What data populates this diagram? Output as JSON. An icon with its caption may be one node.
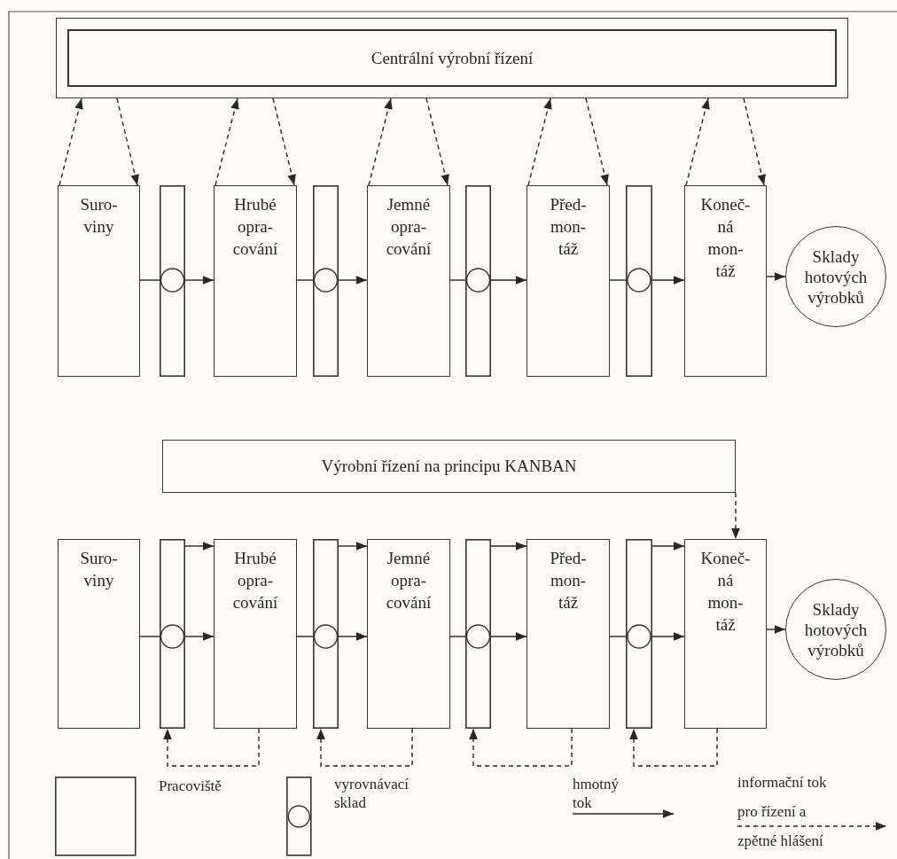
{
  "diagram": {
    "nodes": [
      {
        "text": [
          "Centrální výrobní řízení"
        ]
      },
      {
        "text": [
          "Suro- viny"
        ]
      },
      {
        "text": [],
        "shape": "box"
      },
      {
        "text": [
          "Hrubé opra- cování"
        ]
      },
      {
        "text": [],
        "shape": "box"
      },
      {
        "text": [
          "Jemné opra- cování"
        ]
      },
      {
        "text": [],
        "shape": "box"
      },
      {
        "text": [
          "Před- mon- táž"
        ]
      },
      {
        "text": [],
        "shape": "box"
      },
      {
        "text": [
          "Koneč- ná mon- táž"
        ]
      },
      {
        "text": [
          "Sklady hotových výrobků"
        ]
      },
      {
        "text": [
          "Výrobní řízení na principu KANBAN"
        ]
      },
      {
        "text": [
          "Suro- viny"
        ]
      },
      {
        "text": [],
        "shape": "box"
      },
      {
        "text": [
          "Hrubé opra- cování"
        ]
      },
      {
        "text": [],
        "shape": "box"
      },
      {
        "text": [
          "Jemné opra- cování"
        ]
      },
      {
        "text": [],
        "shape": "box"
      },
      {
        "text": [
          "Před- mon- táž"
        ]
      },
      {
        "text": [],
        "shape": "box"
      },
      {
        "text": [
          "Koneč- ná mon- táž"
        ]
      },
      {
        "text": [
          "Sklady hotových výrobků"
        ]
      }
    ],
    "edges": [
      {
        "from": 1,
        "to": 0,
        "arrow": "to",
        "style": "dashed"
      },
      {
        "from": 0,
        "to": 1,
        "arrow": "to",
        "style": "dashed"
      },
      {
        "from": 3,
        "to": 0,
        "arrow": "to",
        "style": "dashed"
      },
      {
        "from": 0,
        "to": 3,
        "arrow": "to",
        "style": "dashed"
      },
      {
        "from": 5,
        "to": 0,
        "arrow": "to",
        "style": "dashed"
      },
      {
        "from": 0,
        "to": 5,
        "arrow": "to",
        "style": "dashed"
      },
      {
        "from": 7,
        "to": 0,
        "arrow": "to",
        "style": "dashed"
      },
      {
        "from": 0,
        "to": 7,
        "arrow": "to",
        "style": "dashed"
      },
      {
        "from": 9,
        "to": 0,
        "arrow": "to",
        "style": "dashed"
      },
      {
        "from": 0,
        "to": 9,
        "arrow": "to",
        "style": "dashed"
      },
      {
        "from": 1,
        "to": 2,
        "arrow": "none"
      },
      {
        "from": 2,
        "to": 3,
        "arrow": "to"
      },
      {
        "from": 3,
        "to": 4,
        "arrow": "none"
      },
      {
        "from": 4,
        "to": 5,
        "arrow": "to"
      },
      {
        "from": 5,
        "to": 6,
        "arrow": "none"
      },
      {
        "from": 6,
        "to": 7,
        "arrow": "to"
      },
      {
        "from": 7,
        "to": 8,
        "arrow": "none"
      },
      {
        "from": 8,
        "to": 9,
        "arrow": "to"
      },
      {
        "from": 9,
        "to": 10,
        "arrow": "to"
      },
      {
        "from": 11,
        "to": 20,
        "arrow": "to",
        "style": "dashed"
      },
      {
        "from": 12,
        "to": 13,
        "arrow": "none"
      },
      {
        "from": 13,
        "to": 14,
        "arrow": "to"
      },
      {
        "from": 13,
        "to": 14,
        "arrow": "to"
      },
      {
        "from": 14,
        "to": 15,
        "arrow": "none"
      },
      {
        "from": 15,
        "to": 16,
        "arrow": "to"
      },
      {
        "from": 15,
        "to": 16,
        "arrow": "to"
      },
      {
        "from": 16,
        "to": 17,
        "arrow": "none"
      },
      {
        "from": 17,
        "to": 18,
        "arrow": "to"
      },
      {
        "from": 17,
        "to": 18,
        "arrow": "to"
      },
      {
        "from": 18,
        "to": 19,
        "arrow": "none"
      },
      {
        "from": 19,
        "to": 20,
        "arrow": "to"
      },
      {
        "from": 19,
        "to": 20,
        "arrow": "to"
      },
      {
        "from": 20,
        "to": 21,
        "arrow": "to"
      },
      {
        "from": 14,
        "to": 13,
        "arrow": "to",
        "style": "dashed"
      },
      {
        "from": 16,
        "to": 15,
        "arrow": "to",
        "style": "dashed"
      },
      {
        "from": 18,
        "to": 17,
        "arrow": "to",
        "style": "dashed"
      },
      {
        "from": 20,
        "to": 19,
        "arrow": "to",
        "style": "dashed"
      }
    ],
    "legend": [
      {
        "text": "Pracoviště"
      },
      {
        "text": "vyrovnávací sklad"
      },
      {
        "text": "hmotný tok"
      },
      {
        "text": "informační tok pro řízení a zpětné hlášení"
      }
    ]
  }
}
